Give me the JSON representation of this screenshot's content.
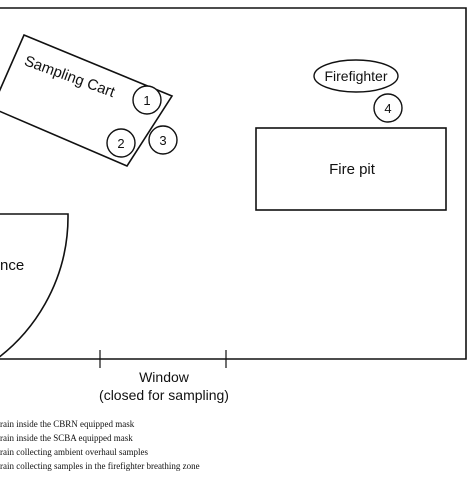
{
  "diagram": {
    "cart_label": "Sampling Cart",
    "firefighter_label": "Firefighter",
    "fire_pit_label": "Fire pit",
    "partial_area_label": "nce",
    "window_label": "Window",
    "window_note": "(closed for sampling)",
    "markers": [
      "1",
      "2",
      "3",
      "4"
    ],
    "legend": [
      "rain inside the CBRN equipped mask",
      "rain inside the SCBA equipped mask",
      "rain collecting ambient overhaul samples",
      "rain collecting samples in the firefighter breathing zone"
    ],
    "colors": {
      "stroke": "#111111",
      "background": "#ffffff"
    }
  }
}
